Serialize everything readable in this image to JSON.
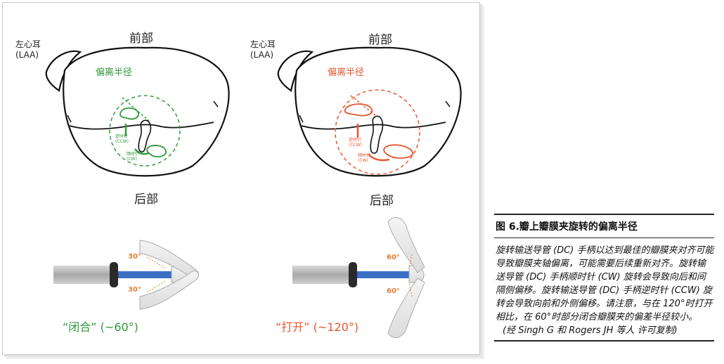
{
  "left_panel": {
    "laa_label": "左心耳\n(LAA)",
    "anterior": "前部",
    "posterior": "后部",
    "offset_radius": "偏离半径",
    "ccw_small": "逆时针\n(CCW)",
    "cw_small": "顺时针\n(CW)",
    "angle_top": "30°",
    "angle_bottom": "30°",
    "caption": "“闭合” (~60°)"
  },
  "right_panel": {
    "laa_label": "左心耳\n(LAA)",
    "anterior": "前部",
    "posterior": "后部",
    "offset_radius": "偏离半径",
    "ccw_small": "逆时针\n(CCW)",
    "cw_small": "顺时针\n(CW)",
    "angle_top": "60°",
    "angle_bottom": "60°",
    "caption": "“打开” (~120°)"
  },
  "colors": {
    "green": "#2e9a3a",
    "red": "#e8562e",
    "blue": "#3a6fc4"
  },
  "legend": {
    "title": "图 6.瓣上瓣膜夹旋转的偏离半径",
    "body": "旋转输送导管 (DC) 手柄以达到最佳的瓣膜夹对齐可能导致瓣膜夹轴偏离，可能需要后续重新对齐。旋转输送导管 (DC) 手柄顺时针 (CW) 旋转会导致向后和间隔侧偏移。旋转输送导管 (DC) 手柄逆时针 (CCW) 旋转会导致向前和外侧偏移。请注意，与在 120°时打开相比，在 60°时部分闭合瓣膜夹的偏差半径较小。",
    "credit": "(经 Singh G 和 Rogers JH 等人 许可复制)"
  }
}
